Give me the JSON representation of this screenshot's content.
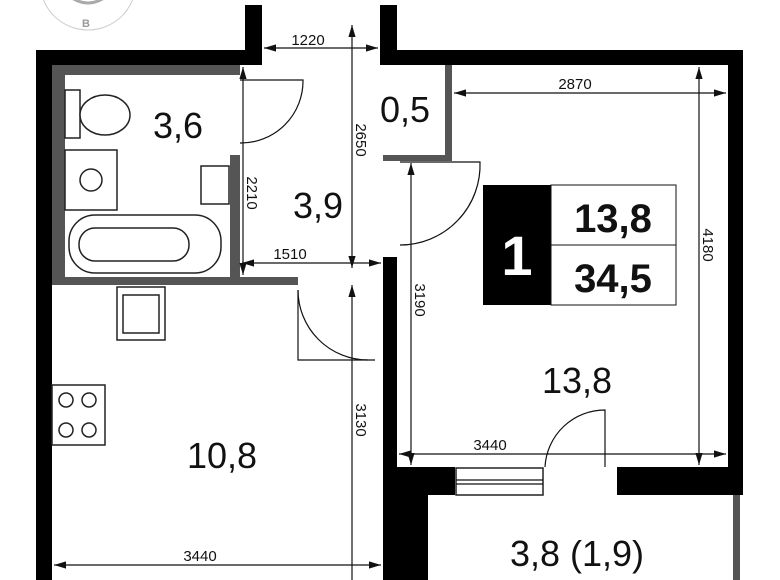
{
  "compass": {
    "label": "В"
  },
  "rooms": {
    "bathroom": "3,6",
    "closet": "0,5",
    "hallway": "3,9",
    "kitchen": "10,8",
    "living_room": "13,8",
    "balcony": "3,8 (1,9)"
  },
  "summary": {
    "rooms_count": "1",
    "living_area": "13,8",
    "total_area": "34,5"
  },
  "dimensions": {
    "entrance_width": "1220",
    "hall_length": "2650",
    "bath_depth": "2210",
    "hall_width": "1510",
    "kitchen_length": "3130",
    "kitchen_width": "3440",
    "room_length": "3190",
    "room_width": "3440",
    "room_top_width": "2870",
    "room_height": "4180"
  },
  "colors": {
    "wall": "#000000",
    "partition": "#555555"
  }
}
